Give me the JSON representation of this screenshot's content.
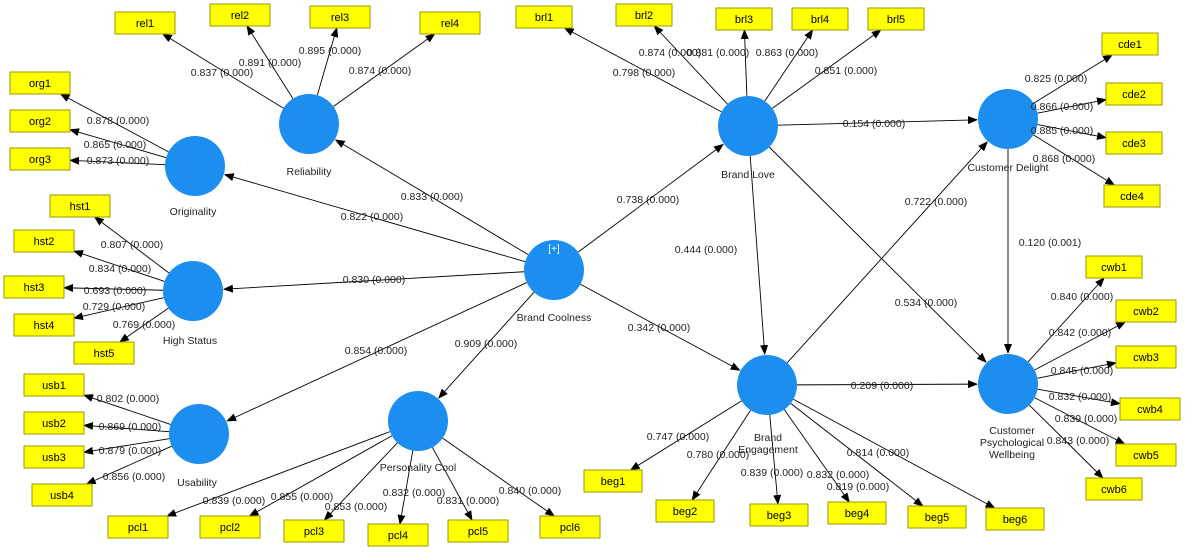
{
  "constructs": {
    "bc": {
      "lines": [
        "Brand Coolness"
      ],
      "badge": "[+]"
    },
    "rel": {
      "lines": [
        "Reliability"
      ]
    },
    "org": {
      "lines": [
        "Originality"
      ]
    },
    "hst": {
      "lines": [
        "High Status"
      ]
    },
    "usb": {
      "lines": [
        "Usability"
      ]
    },
    "pcl": {
      "lines": [
        "Personality Cool"
      ]
    },
    "bl": {
      "lines": [
        "Brand Love"
      ]
    },
    "be": {
      "lines": [
        "Brand",
        "Engagement"
      ]
    },
    "cd": {
      "lines": [
        "Customer Delight"
      ]
    },
    "cpw": {
      "lines": [
        "Customer",
        "Psychological",
        "Wellbeing"
      ]
    }
  },
  "structural_paths": [
    {
      "from": "bc",
      "to": "rel",
      "value": "0.833 (0.000)"
    },
    {
      "from": "bc",
      "to": "org",
      "value": "0.822 (0.000)"
    },
    {
      "from": "bc",
      "to": "hst",
      "value": "0.830 (0.000)"
    },
    {
      "from": "bc",
      "to": "usb",
      "value": "0.854 (0.000)"
    },
    {
      "from": "bc",
      "to": "pcl",
      "value": "0.909 (0.000)"
    },
    {
      "from": "bc",
      "to": "bl",
      "value": "0.738 (0.000)"
    },
    {
      "from": "bc",
      "to": "be",
      "value": "0.342 (0.000)"
    },
    {
      "from": "bl",
      "to": "cd",
      "value": "0.154 (0.000)"
    },
    {
      "from": "bl",
      "to": "be",
      "value": "0.444 (0.000)"
    },
    {
      "from": "bl",
      "to": "cpw",
      "value": "0.534 (0.000)"
    },
    {
      "from": "be",
      "to": "cd",
      "value": "0.722 (0.000)"
    },
    {
      "from": "be",
      "to": "cpw",
      "value": "0.209 (0.000)"
    },
    {
      "from": "cd",
      "to": "cpw",
      "value": "0.120 (0.001)"
    }
  ],
  "indicators": [
    {
      "name": "rel1",
      "construct": "rel",
      "loading": "0.837 (0.000)"
    },
    {
      "name": "rel2",
      "construct": "rel",
      "loading": "0.891 (0.000)"
    },
    {
      "name": "rel3",
      "construct": "rel",
      "loading": "0.895 (0.000)"
    },
    {
      "name": "rel4",
      "construct": "rel",
      "loading": "0.874 (0.000)"
    },
    {
      "name": "org1",
      "construct": "org",
      "loading": "0.878 (0.000)"
    },
    {
      "name": "org2",
      "construct": "org",
      "loading": "0.865 (0.000)"
    },
    {
      "name": "org3",
      "construct": "org",
      "loading": "0.873 (0.000)"
    },
    {
      "name": "hst1",
      "construct": "hst",
      "loading": "0.807 (0.000)"
    },
    {
      "name": "hst2",
      "construct": "hst",
      "loading": "0.834 (0.000)"
    },
    {
      "name": "hst3",
      "construct": "hst",
      "loading": "0.693 (0.000)"
    },
    {
      "name": "hst4",
      "construct": "hst",
      "loading": "0.729 (0.000)"
    },
    {
      "name": "hst5",
      "construct": "hst",
      "loading": "0.769 (0.000)"
    },
    {
      "name": "usb1",
      "construct": "usb",
      "loading": "0.802 (0.000)"
    },
    {
      "name": "usb2",
      "construct": "usb",
      "loading": "0.869 (0.000)"
    },
    {
      "name": "usb3",
      "construct": "usb",
      "loading": "0.879 (0.000)"
    },
    {
      "name": "usb4",
      "construct": "usb",
      "loading": "0.856 (0.000)"
    },
    {
      "name": "pcl1",
      "construct": "pcl",
      "loading": "0.839 (0.000)"
    },
    {
      "name": "pcl2",
      "construct": "pcl",
      "loading": "0.855 (0.000)"
    },
    {
      "name": "pcl3",
      "construct": "pcl",
      "loading": "0.853 (0.000)"
    },
    {
      "name": "pcl4",
      "construct": "pcl",
      "loading": "0.832 (0.000)"
    },
    {
      "name": "pcl5",
      "construct": "pcl",
      "loading": "0.831 (0.000)"
    },
    {
      "name": "pcl6",
      "construct": "pcl",
      "loading": "0.840 (0.000)"
    },
    {
      "name": "brl1",
      "construct": "bl",
      "loading": "0.798 (0.000)"
    },
    {
      "name": "brl2",
      "construct": "bl",
      "loading": "0.874 (0.000)"
    },
    {
      "name": "brl3",
      "construct": "bl",
      "loading": "0.881 (0.000)"
    },
    {
      "name": "brl4",
      "construct": "bl",
      "loading": "0.863 (0.000)"
    },
    {
      "name": "brl5",
      "construct": "bl",
      "loading": "0.851 (0.000)"
    },
    {
      "name": "beg1",
      "construct": "be",
      "loading": "0.747 (0.000)"
    },
    {
      "name": "beg2",
      "construct": "be",
      "loading": "0.780 (0.000)"
    },
    {
      "name": "beg3",
      "construct": "be",
      "loading": "0.839 (0.000)"
    },
    {
      "name": "beg4",
      "construct": "be",
      "loading": "0.832 (0.000)"
    },
    {
      "name": "beg5",
      "construct": "be",
      "loading": "0.819 (0.000)"
    },
    {
      "name": "beg6",
      "construct": "be",
      "loading": "0.814 (0.000)"
    },
    {
      "name": "cde1",
      "construct": "cd",
      "loading": "0.825 (0.000)"
    },
    {
      "name": "cde2",
      "construct": "cd",
      "loading": "0.866 (0.000)"
    },
    {
      "name": "cde3",
      "construct": "cd",
      "loading": "0.885 (0.000)"
    },
    {
      "name": "cde4",
      "construct": "cd",
      "loading": "0.868 (0.000)"
    },
    {
      "name": "cwb1",
      "construct": "cpw",
      "loading": "0.840 (0.000)"
    },
    {
      "name": "cwb2",
      "construct": "cpw",
      "loading": "0.842 (0.000)"
    },
    {
      "name": "cwb3",
      "construct": "cpw",
      "loading": "0.845 (0.000)"
    },
    {
      "name": "cwb4",
      "construct": "cpw",
      "loading": "0.832 (0.000)"
    },
    {
      "name": "cwb5",
      "construct": "cpw",
      "loading": "0.839 (0.000)"
    },
    {
      "name": "cwb6",
      "construct": "cpw",
      "loading": "0.843 (0.000)"
    }
  ],
  "colors": {
    "construct_fill": "#1c8ef0",
    "indicator_fill": "#ffff00",
    "edge": "#000000"
  }
}
